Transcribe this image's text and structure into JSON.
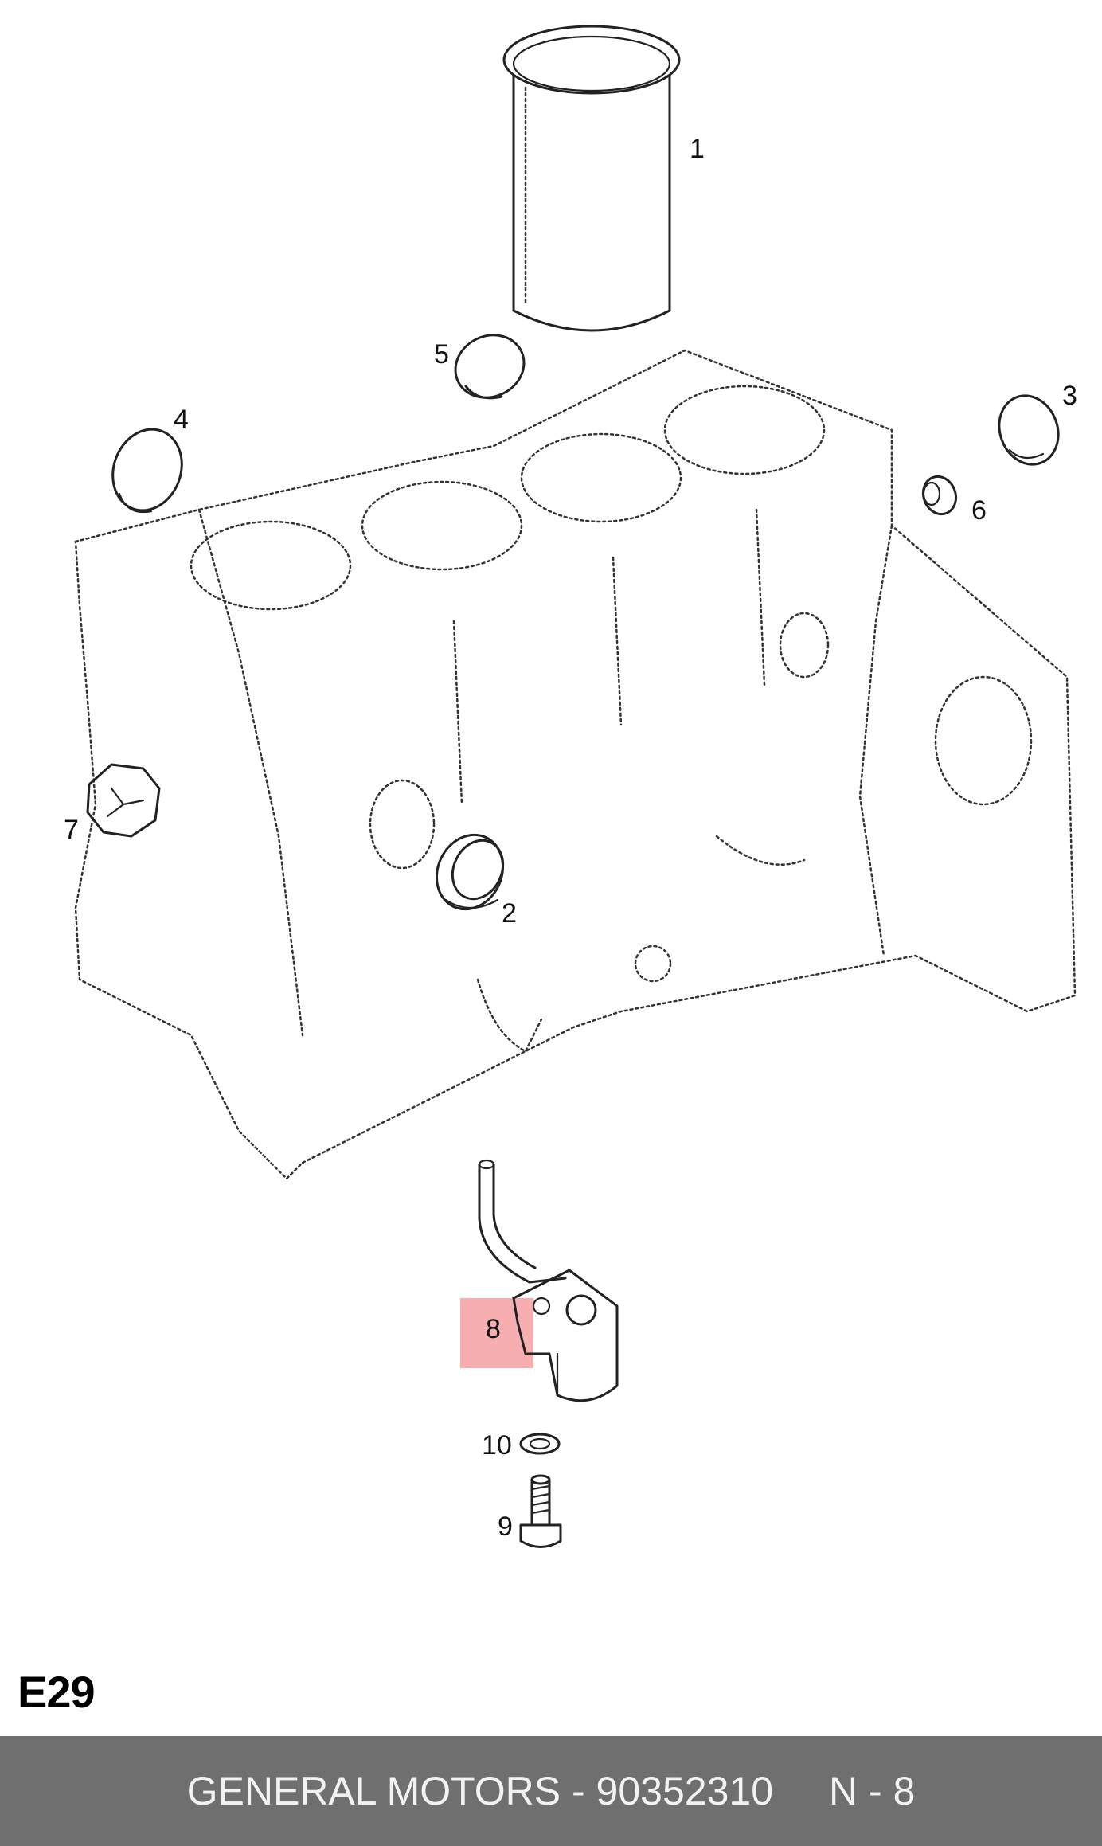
{
  "diagram": {
    "callouts": {
      "c1": "1",
      "c2": "2",
      "c3": "3",
      "c4": "4",
      "c5": "5",
      "c6": "6",
      "c7": "7",
      "c8": "8",
      "c9": "9",
      "c10": "10"
    },
    "highlighted_part": "8",
    "highlight_color": "#f4a0a3",
    "code": "E29"
  },
  "footer": {
    "brand_part": "GENERAL MOTORS - 90352310",
    "position": "N - 8",
    "background_color": "#6f6f70"
  }
}
